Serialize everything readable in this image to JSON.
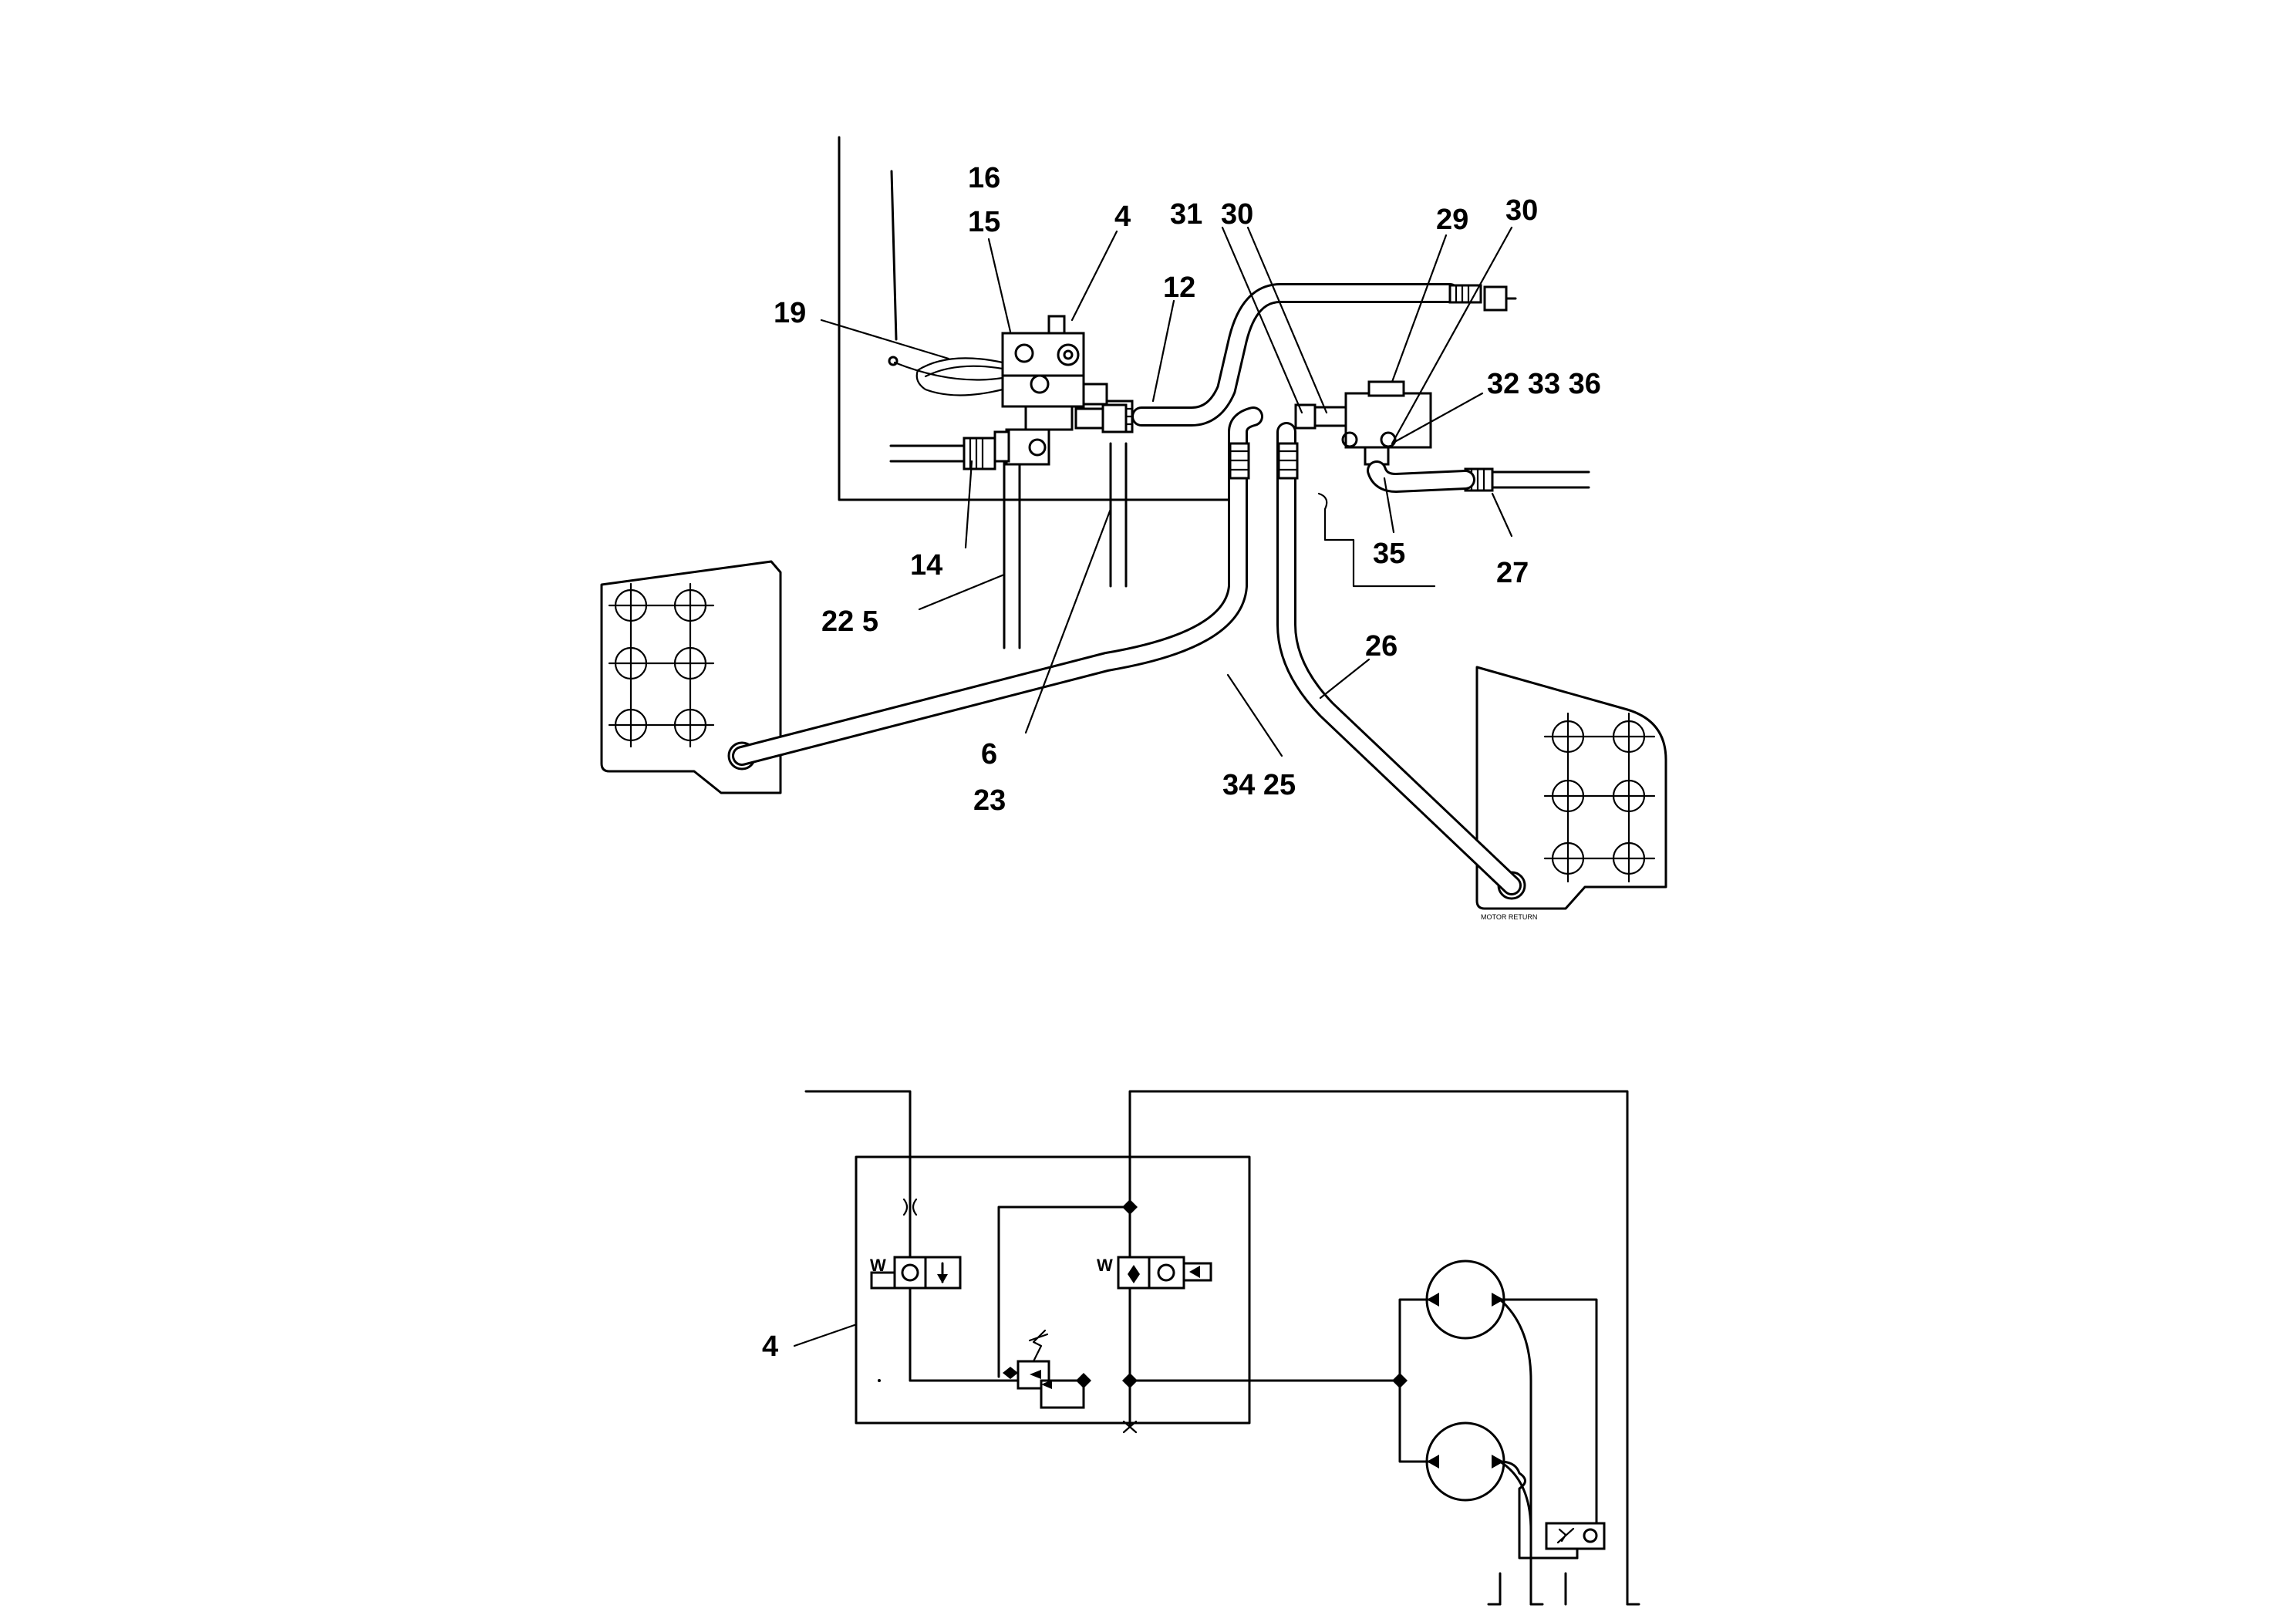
{
  "callouts": {
    "c16": "16",
    "c15": "15",
    "c4": "4",
    "c31": "31",
    "c30a": "30",
    "c29": "29",
    "c30b": "30",
    "c19": "19",
    "c12": "12",
    "c323336": "32 33 36",
    "c14": "14",
    "c225": "22  5",
    "c35": "35",
    "c27": "27",
    "c26": "26",
    "c6": "6",
    "c23": "23",
    "c3425": "34 25"
  },
  "plate_label": "MOTOR RETURN",
  "schematic": {
    "block_callout": "4",
    "spring_mark_left": "W",
    "spring_mark_right": "W"
  }
}
